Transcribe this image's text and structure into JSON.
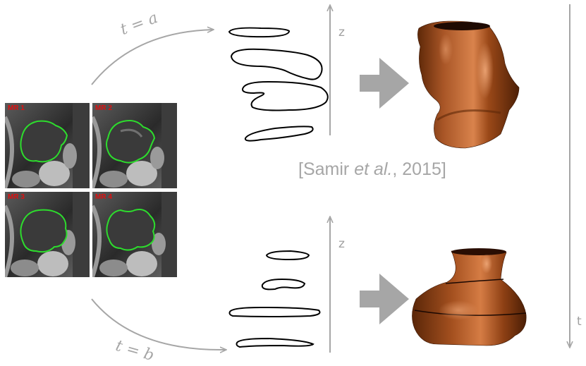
{
  "mr_images": [
    {
      "label": "MR 1"
    },
    {
      "label": "MR 2"
    },
    {
      "label": "MR 3"
    },
    {
      "label": "MR 4"
    }
  ],
  "arrows": {
    "top_label": "t = a",
    "bottom_label": "t = b"
  },
  "axes": {
    "z_label": "z",
    "t_label": "t"
  },
  "citation": {
    "prefix": "[Samir ",
    "italic": "et al.",
    "suffix": ", 2015]"
  },
  "colors": {
    "contour": "#2ddc2d",
    "arrow_gray": "#a6a6a6",
    "surface": "#9c4a1c"
  }
}
